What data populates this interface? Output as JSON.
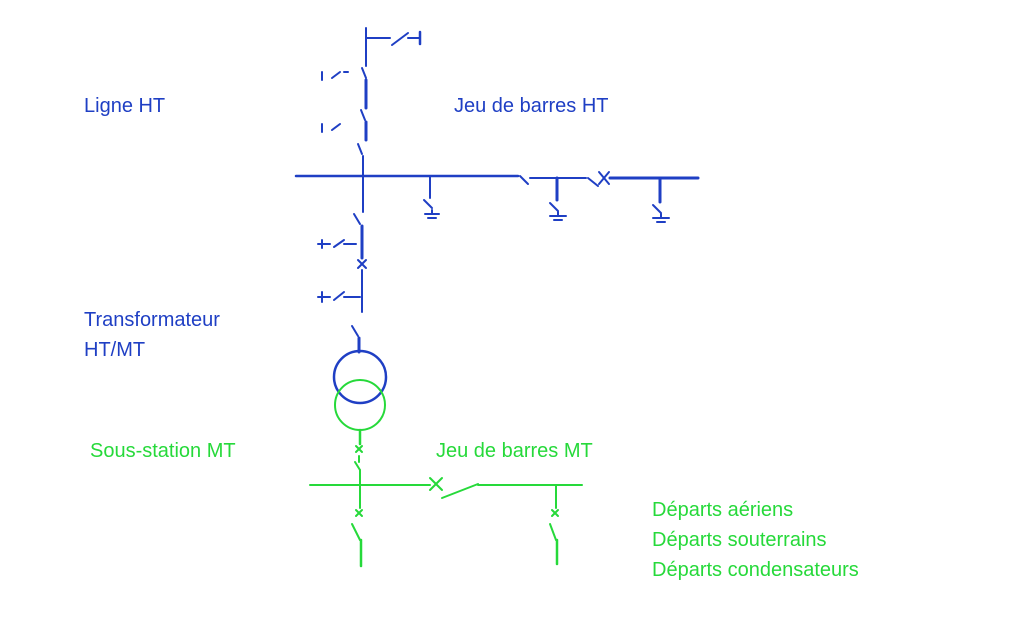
{
  "colors": {
    "ht": "#1f3fc4",
    "mt": "#26d93a",
    "background": "#ffffff"
  },
  "labels": {
    "ligne_ht": "Ligne HT",
    "jeu_barres_ht": "Jeu de barres HT",
    "transformateur_line1": "Transformateur",
    "transformateur_line2": "HT/MT",
    "sous_station_mt": "Sous-station MT",
    "jeu_barres_mt": "Jeu de barres MT",
    "departs_aeriens": "Départs aériens",
    "departs_souterrains": "Départs souterrains",
    "departs_condensateurs": "Départs condensateurs"
  }
}
